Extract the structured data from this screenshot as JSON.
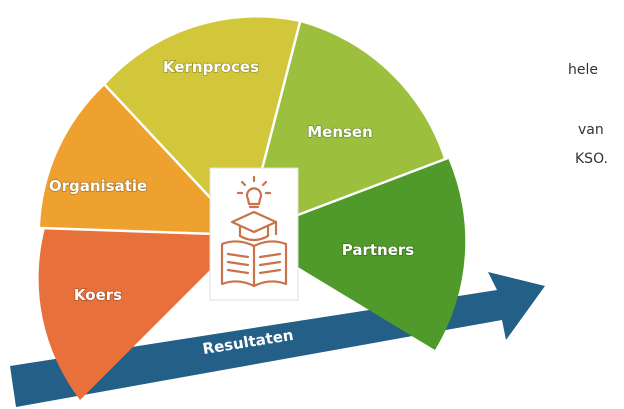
{
  "diagram": {
    "segments": [
      {
        "label": "Koers",
        "color": "#e8703a"
      },
      {
        "label": "Organisatie",
        "color": "#eea12e"
      },
      {
        "label": "Kernproces",
        "color": "#d2c63a"
      },
      {
        "label": "Mensen",
        "color": "#9cc03e"
      },
      {
        "label": "Partners",
        "color": "#4f9a2a"
      }
    ],
    "arrow": {
      "label": "Resultaten",
      "color": "#235f86"
    },
    "center_icon": "lightbulb-graduation-book-icon",
    "icon_color": "#c8734a"
  },
  "side_text": {
    "line1": "hele",
    "line2": "van",
    "line3": "KSO."
  }
}
